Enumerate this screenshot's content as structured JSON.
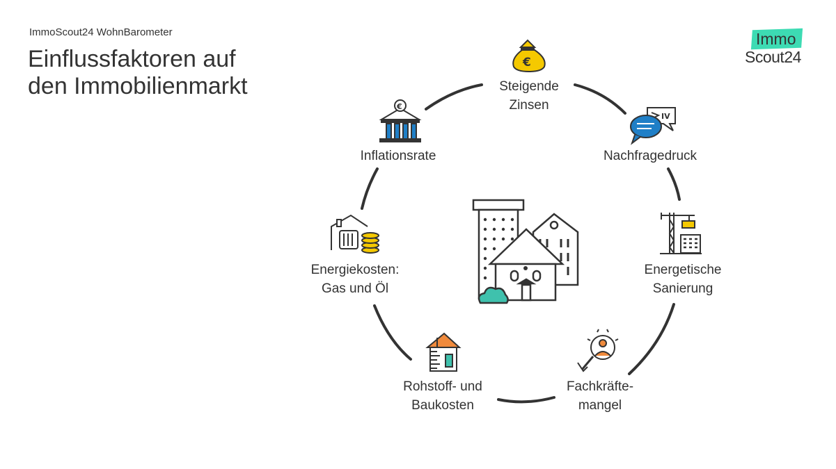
{
  "header": {
    "subtitle": "ImmoScout24 WohnBarometer",
    "title_line1": "Einflussfaktoren auf",
    "title_line2": "den Immobilienmarkt"
  },
  "logo": {
    "line1": "Immo",
    "line2": "Scout24",
    "accent_color": "#3ddbb3"
  },
  "factors": {
    "zinsen": {
      "line1": "Steigende",
      "line2": "Zinsen",
      "icon": "money-bag-euro-icon"
    },
    "nachfrage": {
      "line1": "Nachfragedruck",
      "icon": "speech-bubbles-icon"
    },
    "sanierung": {
      "line1": "Energetische",
      "line2": "Sanierung",
      "icon": "construction-crane-icon"
    },
    "fachkraefte": {
      "line1": "Fachkräfte-",
      "line2": "mangel",
      "icon": "worker-search-icon"
    },
    "rohstoff": {
      "line1": "Rohstoff- und",
      "line2": "Baukosten",
      "icon": "house-under-construction-icon"
    },
    "energie": {
      "line1": "Energiekosten:",
      "line2": "Gas und Öl",
      "icon": "house-heater-coins-icon"
    },
    "inflation": {
      "line1": "Inflationsrate",
      "icon": "bank-euro-icon"
    }
  },
  "colors": {
    "yellow": "#f5c900",
    "blue": "#1f7fc7",
    "orange": "#f08a3c",
    "teal": "#3fc1ad",
    "ink": "#333333"
  }
}
